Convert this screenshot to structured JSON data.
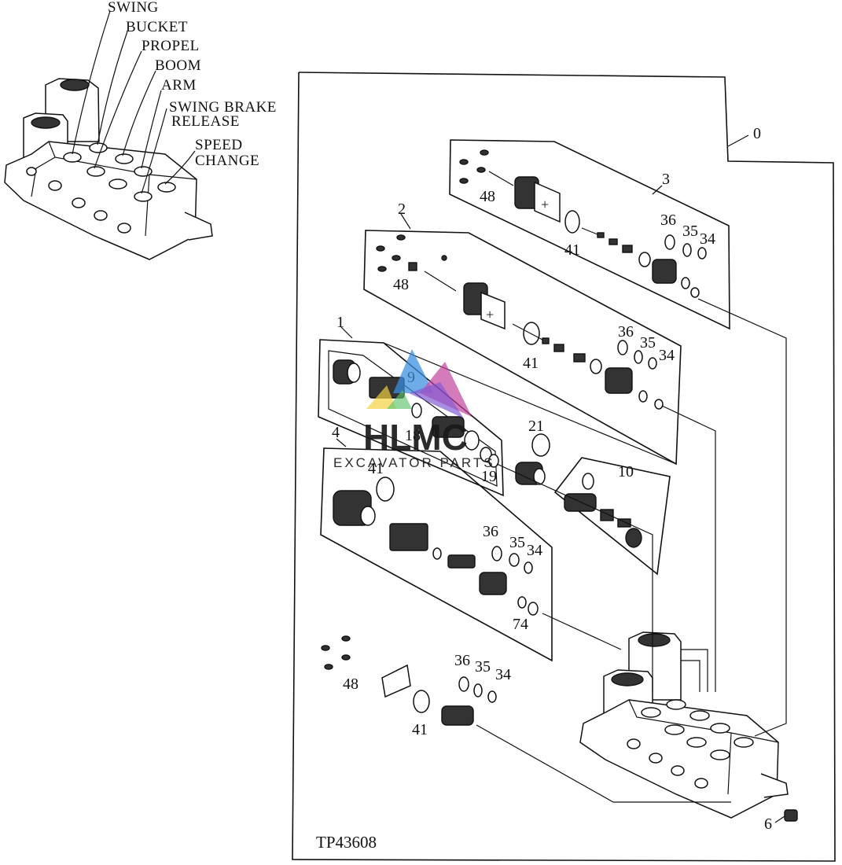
{
  "drawing_id": "TP43608",
  "callouts": {
    "section_labels": [
      "SWING",
      "BUCKET",
      "PROPEL",
      "BOOM",
      "ARM",
      "SWING BRAKE",
      "RELEASE",
      "SPEED",
      "CHANGE"
    ],
    "part_numbers": {
      "p0": "0",
      "p1": "1",
      "p2": "2",
      "p3": "3",
      "p4": "4",
      "p6": "6",
      "p9": "9",
      "p10": "10",
      "p18": "18",
      "p19": "19",
      "p21": "21",
      "p34": "34",
      "p35": "35",
      "p36": "36",
      "p41": "41",
      "p48": "48",
      "p74": "74"
    }
  },
  "watermark": {
    "brand": "HLMC",
    "tagline": "EXCAVATOR PARTS",
    "colors": {
      "blue": "#3a8fe0",
      "magenta": "#c0409e",
      "purple": "#7a4fd0",
      "yellow": "#f3d23c",
      "green": "#5cc26a"
    }
  }
}
